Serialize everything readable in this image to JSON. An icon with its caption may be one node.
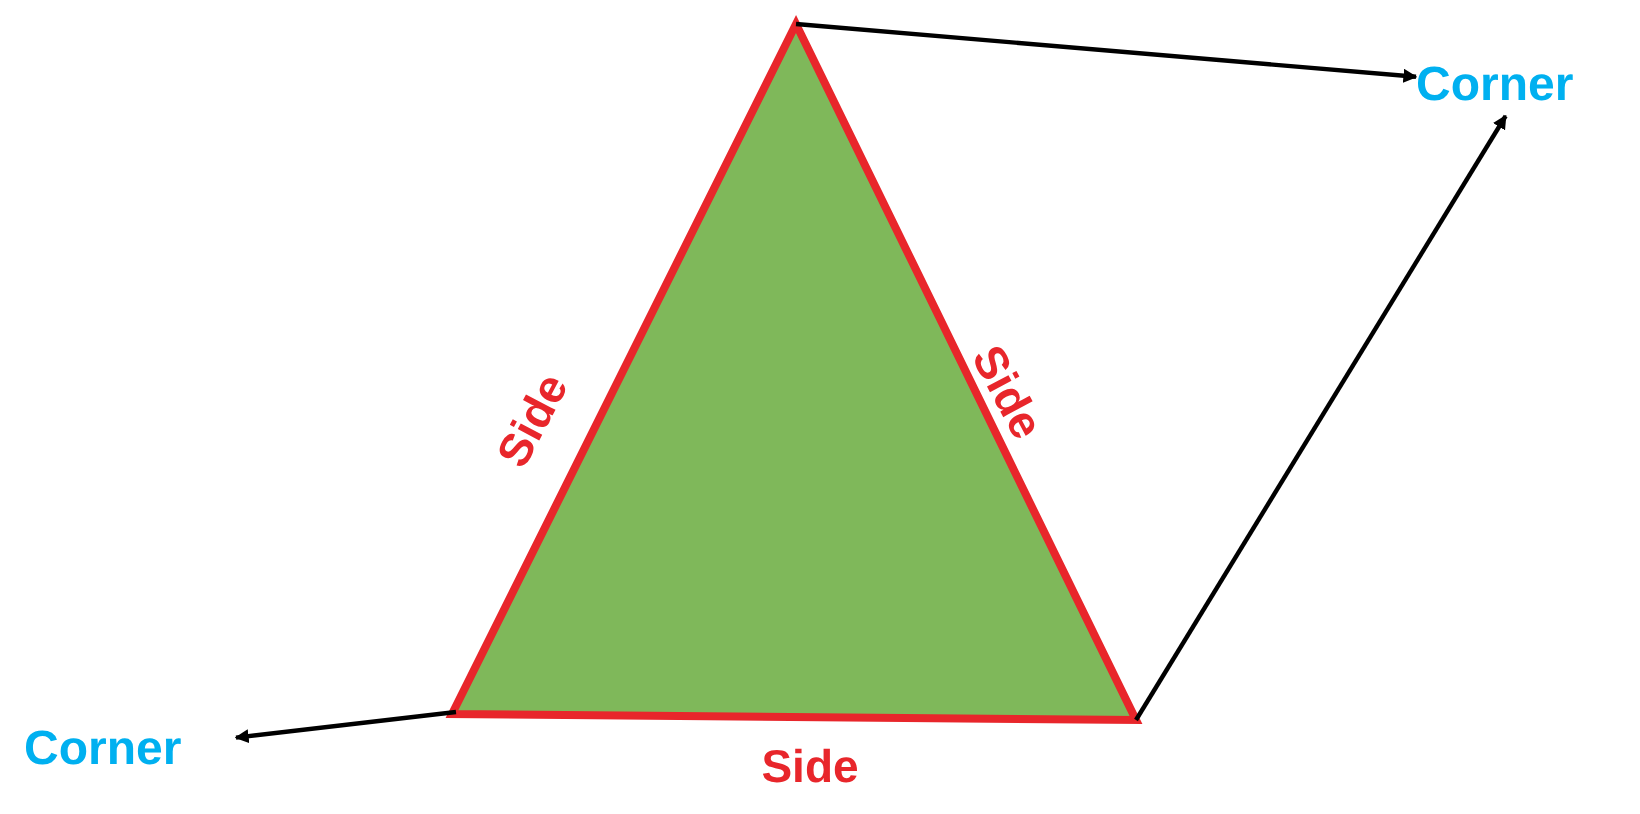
{
  "diagram": {
    "nodes": [
      {
        "text": [],
        "shape": "triangle"
      },
      {
        "text": [
          "Corner"
        ]
      },
      {
        "text": [
          "Corner"
        ]
      }
    ],
    "edges": [
      {
        "from": 0,
        "to": 1,
        "arrow": "to"
      },
      {
        "from": 0,
        "to": 1,
        "arrow": "to"
      },
      {
        "from": 0,
        "to": 2,
        "arrow": "to"
      }
    ],
    "labels": [
      "Side",
      "Side",
      "Side"
    ]
  }
}
